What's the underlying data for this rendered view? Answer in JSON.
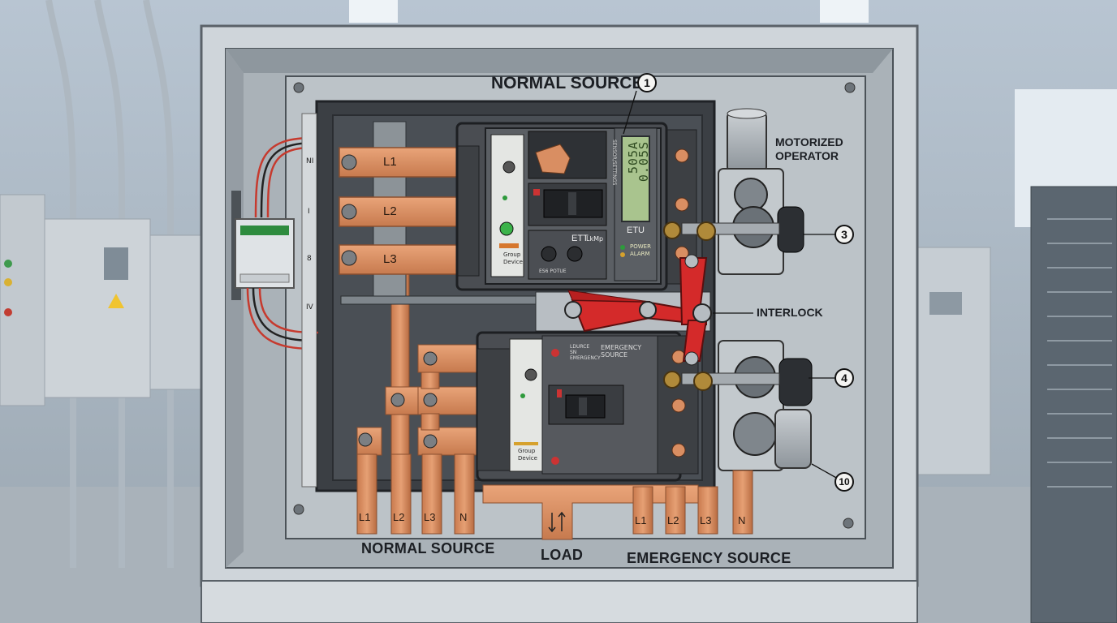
{
  "labels": {
    "normal_source_top": "NORMAL SOURCE",
    "motorized_operator": "MOTORIZED\nOPERATOR",
    "interlock": "INTERLOCK",
    "normal_source_bottom": "NORMAL SOURCE",
    "load": "LOAD",
    "emergency_source": "EMERGENCY SOURCE"
  },
  "callouts": [
    "1",
    "3",
    "4",
    "10"
  ],
  "busbars_normal": [
    "L1",
    "L2",
    "L3"
  ],
  "terminals_normal": [
    "L1",
    "L2",
    "L3",
    "N"
  ],
  "terminals_emergency": [
    "L1",
    "L2",
    "L3",
    "N"
  ],
  "upper_breaker": {
    "lcd_left": "505A",
    "lcd_right": "0.05S",
    "etu_label": "ETU",
    "ett_label": "ETT",
    "lcd_side_text": "SENSOR/SETTINGS",
    "trip_left": "Group\nDevice",
    "trip_right": "LkMp",
    "status_text": "POWER\nALARM",
    "dial_text": "ES6  POTUE"
  },
  "lower_breaker": {
    "face_text": "EMERGENCY\nSOURCE",
    "side_text": "LDURCE\nSN\nEMERGENCY",
    "trip_text": "Group\nDevice"
  },
  "side_markers": [
    "NI",
    "I",
    "8",
    "IV"
  ],
  "colors": {
    "copper": "#d98e62",
    "copper_dark": "#a45e38",
    "breaker": "#4a4d52",
    "interlock": "#d42a2a",
    "enclosure": "#bcc3c8",
    "lcd": "#a9c48e"
  }
}
